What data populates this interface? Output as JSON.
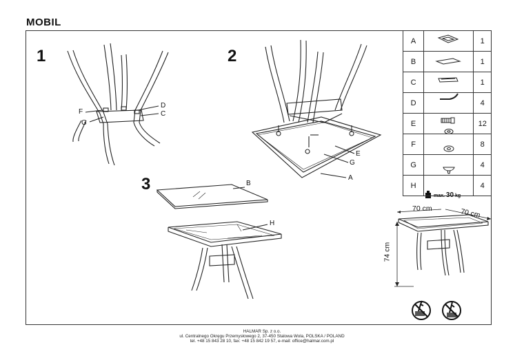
{
  "title": "MOBIL",
  "steps": [
    "1",
    "2",
    "3"
  ],
  "parts": [
    {
      "letter": "A",
      "qty": "1"
    },
    {
      "letter": "B",
      "qty": "1"
    },
    {
      "letter": "C",
      "qty": "1"
    },
    {
      "letter": "D",
      "qty": "4"
    },
    {
      "letter": "E",
      "qty": "12"
    },
    {
      "letter": "F",
      "qty": "8"
    },
    {
      "letter": "G",
      "qty": "4"
    },
    {
      "letter": "H",
      "qty": "4"
    }
  ],
  "callouts": {
    "s1_f": "F",
    "s1_g": "G",
    "s1_d": "D",
    "s1_c": "C",
    "s2_e": "E",
    "s2_g": "G",
    "s2_a": "A",
    "s3_b": "B",
    "s3_h": "H"
  },
  "dimensions": {
    "width_a": "70 cm",
    "width_b": "70 cm",
    "height": "74 cm"
  },
  "max_load": {
    "prefix": "max.",
    "value": "30",
    "unit": "kg"
  },
  "footer": {
    "line1": "HALMAR Sp. z o.o.",
    "line2": "ul. Centralnego Okręgu Przemysłowego 2, 37-450 Stalowa Wola, POLSKA / POLAND",
    "line3": "tel. +48 15 843 28 10, fax: +48 15 842 19 57, e-mail: office@halmar.com.pl"
  }
}
